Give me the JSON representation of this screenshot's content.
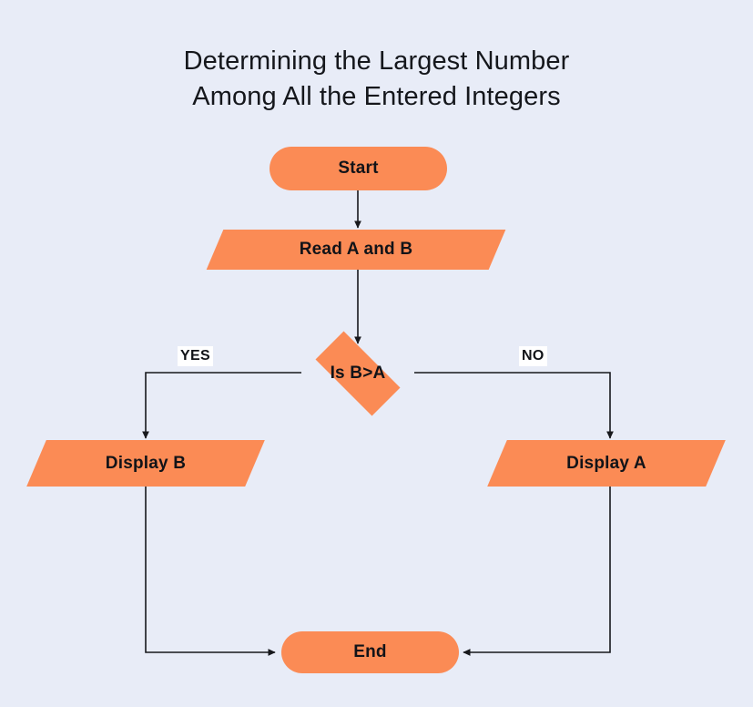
{
  "diagram": {
    "title": "Determining the Largest Number\nAmong All the Entered Integers",
    "background_color": "#E8ECF7",
    "node_fill_color": "#FB8B55",
    "text_color": "#111318",
    "connector_color": "#17181C",
    "type": "flowchart"
  },
  "nodes": {
    "start": {
      "label": "Start",
      "shape": "terminator"
    },
    "read": {
      "label": "Read A and B",
      "shape": "parallelogram"
    },
    "decision": {
      "label": "Is B>A",
      "shape": "diamond"
    },
    "display_b": {
      "label": "Display B",
      "shape": "parallelogram"
    },
    "display_a": {
      "label": "Display A",
      "shape": "parallelogram"
    },
    "end": {
      "label": "End",
      "shape": "terminator"
    }
  },
  "branch_labels": {
    "yes": "YES",
    "no": "NO"
  }
}
